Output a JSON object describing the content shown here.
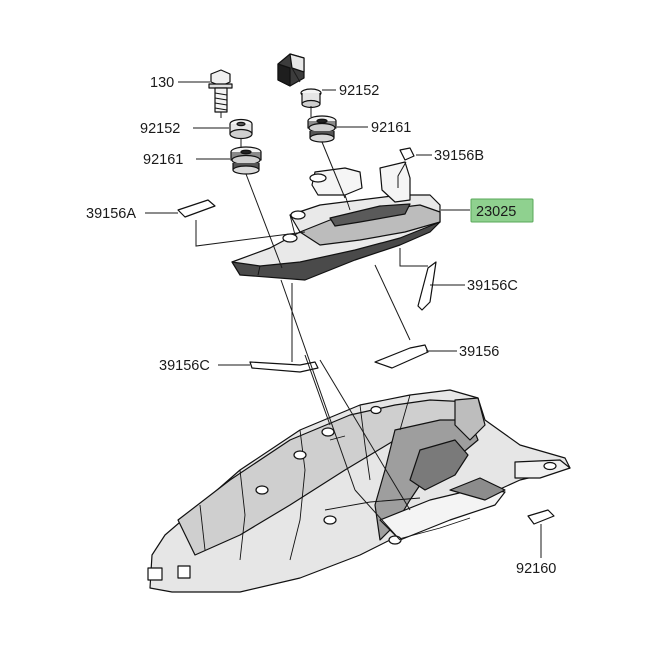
{
  "labels": {
    "p130": "130",
    "p92152_top": "92152",
    "p92152_left": "92152",
    "p92161_right": "92161",
    "p92161_left": "92161",
    "p39156B": "39156B",
    "p39156A": "39156A",
    "p23025": "23025",
    "p39156C_right": "39156C",
    "p39156": "39156",
    "p39156C_left": "39156C",
    "p92160": "92160"
  },
  "colors": {
    "highlight_fill": "#8fd18f",
    "highlight_stroke": "#5aa85a",
    "line": "#1a1a1a",
    "part_light": "#f2f2f2",
    "part_mid": "#d9d9d9",
    "part_dark": "#a9a9a9",
    "part_darker": "#6e6e6e"
  }
}
